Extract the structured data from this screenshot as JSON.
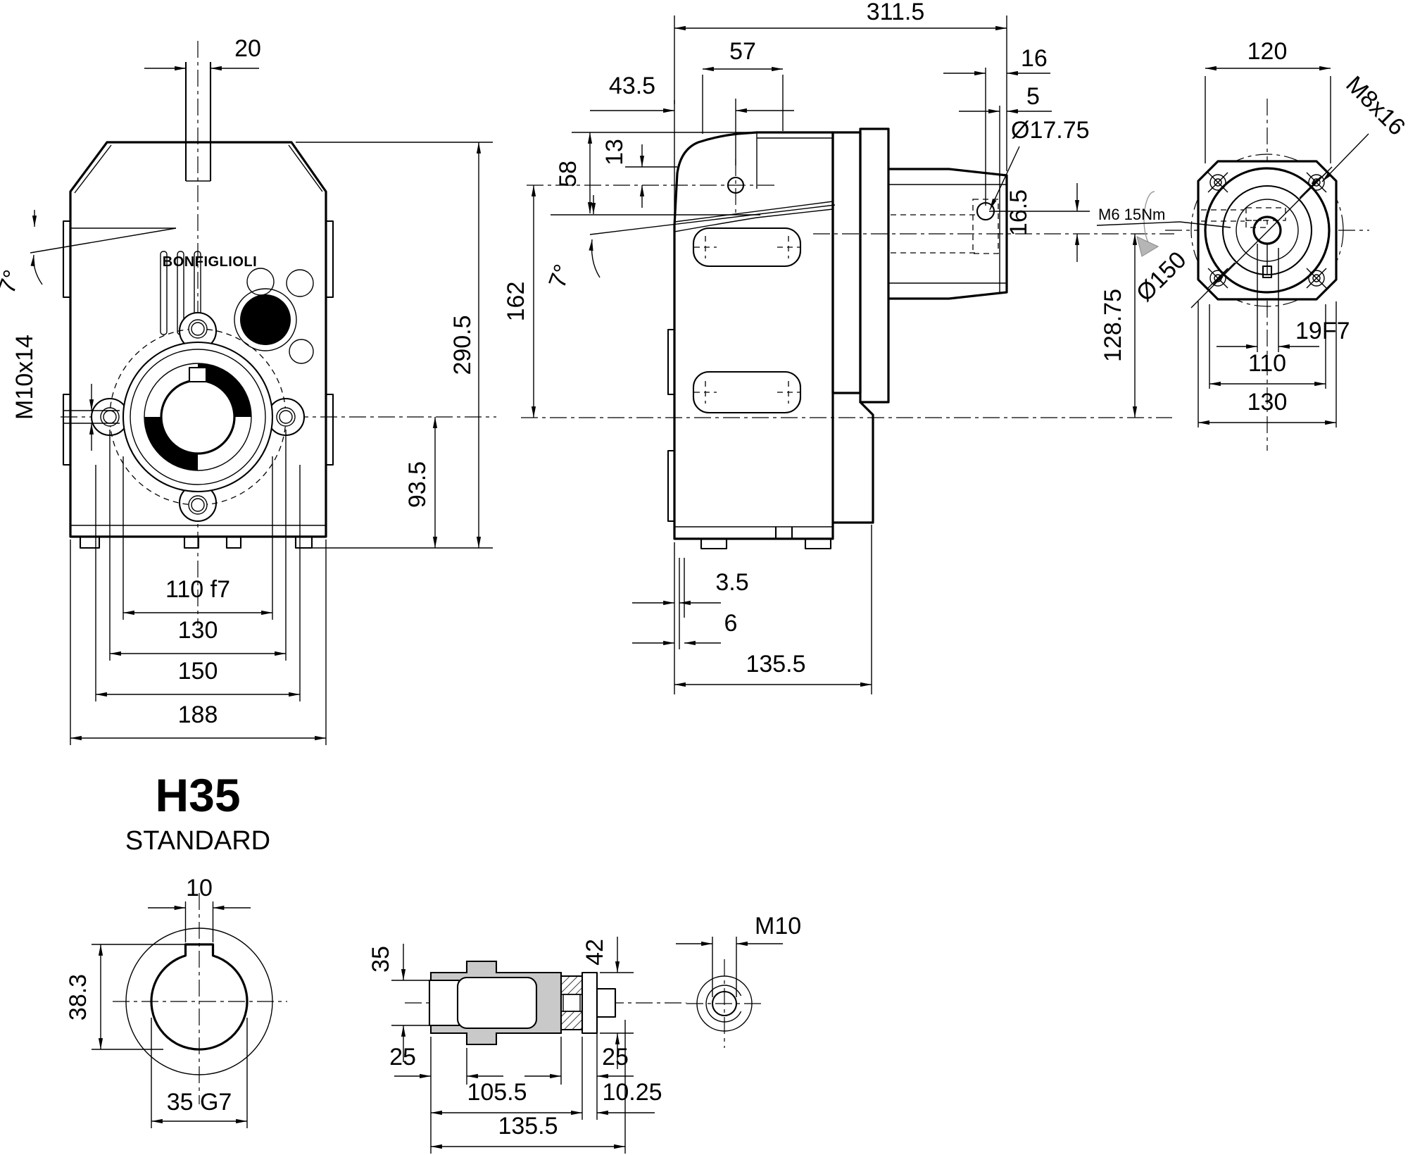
{
  "brand": "BONFIGLIOLI",
  "model": "H35",
  "variant": "STANDARD",
  "front": {
    "shaft_width": "20",
    "angle": "7°",
    "bolt_spec": "M10x14",
    "height": "290.5",
    "axis_height": "93.5",
    "spigot_dia": "110 f7",
    "bolt_circle": "130",
    "flange_dia": "150",
    "overall_width": "188"
  },
  "side": {
    "overall_length": "311.5",
    "arm_hole_x": "57",
    "arm_offset": "43.5",
    "arm_hole_y": "13",
    "arm_top": "58",
    "arm_axis_height": "162",
    "angle": "7°",
    "shaft_end": "16",
    "washer": "5",
    "hole_dia": "Ø17.75",
    "hole_offset": "16.5",
    "axis_distance": "128.75",
    "foot_offset": "3.5",
    "foot_step": "6",
    "body_length": "135.5"
  },
  "flange": {
    "square_width": "120",
    "screw_spec": "M8x16",
    "torque_spec": "M6 15Nm",
    "pilot_dia": "Ø150",
    "keyway": "19F7",
    "spigot": "110",
    "square": "130"
  },
  "shaft_section": {
    "keyway_width": "10",
    "keyway_height": "38.3",
    "bore_dia": "35 G7"
  },
  "bushing": {
    "bore": "35",
    "outer_dia": "42",
    "left_end": "25",
    "right_end": "25",
    "body_length": "105.5",
    "washer": "10.25",
    "total_length": "135.5"
  },
  "plug": {
    "thread": "M10"
  }
}
